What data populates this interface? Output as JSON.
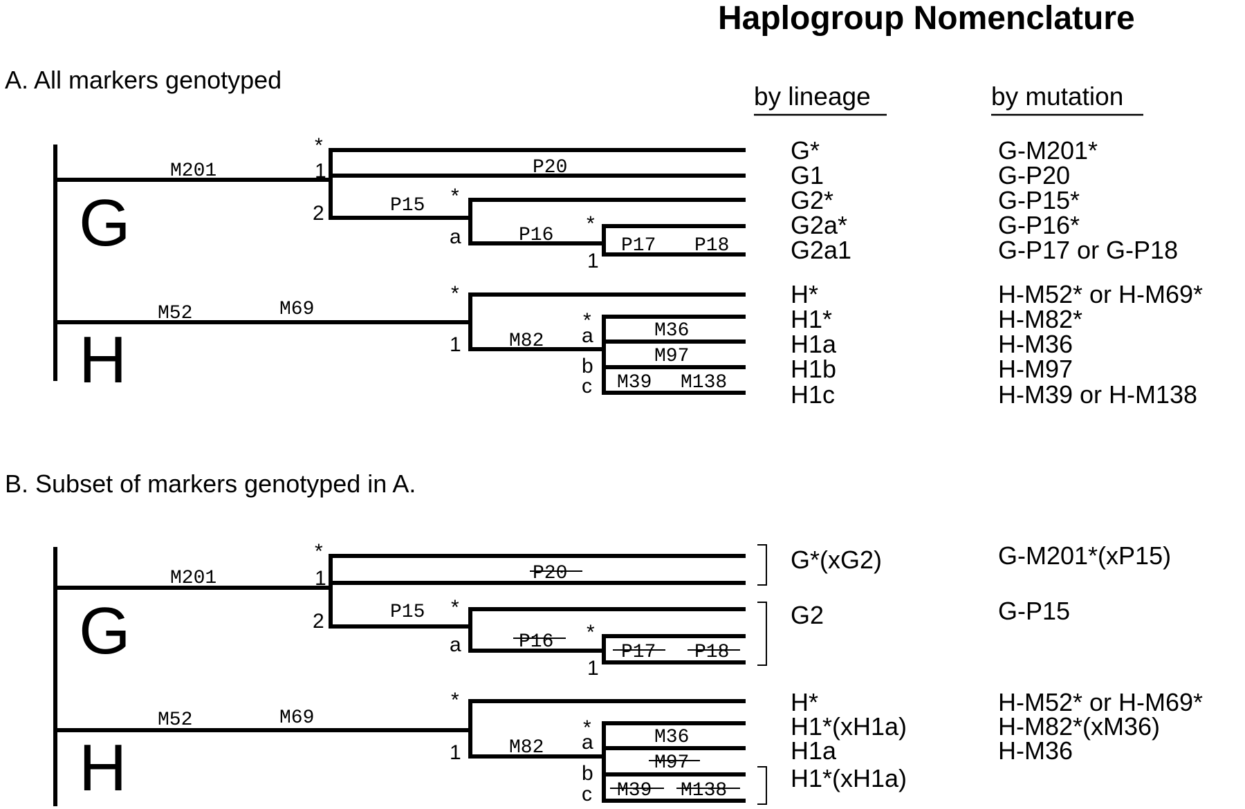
{
  "title": "Haplogroup  Nomenclature",
  "column_headers": {
    "lineage": "by lineage",
    "mutation": "by mutation"
  },
  "panel_a": {
    "heading": "A. All markers genotyped",
    "clade_labels": [
      "G",
      "H"
    ],
    "node_labels": {
      "g_star": "*",
      "g_1": "1",
      "g_2": "2",
      "g2_star": "*",
      "g2_a": "a",
      "g2a_star": "*",
      "g2a_1": "1",
      "h_star": "*",
      "h_1": "1",
      "h1_star": "*",
      "h1_a": "a",
      "h1_b": "b",
      "h1_c": "c"
    },
    "markers": {
      "m201": "M201",
      "p20": "P20",
      "p15": "P15",
      "p16": "P16",
      "p17": "P17",
      "p18": "P18",
      "m52": "M52",
      "m69": "M69",
      "m82": "M82",
      "m36": "M36",
      "m97": "M97",
      "m39": "M39",
      "m138": "M138"
    },
    "rows": [
      {
        "lineage": "G*",
        "mutation": "G-M201*"
      },
      {
        "lineage": "G1",
        "mutation": "G-P20"
      },
      {
        "lineage": "G2*",
        "mutation": "G-P15*"
      },
      {
        "lineage": "G2a*",
        "mutation": "G-P16*"
      },
      {
        "lineage": "G2a1",
        "mutation": "G-P17 or G-P18"
      },
      {
        "lineage": "H*",
        "mutation": "H-M52* or H-M69*"
      },
      {
        "lineage": "H1*",
        "mutation": "H-M82*"
      },
      {
        "lineage": "H1a",
        "mutation": "H-M36"
      },
      {
        "lineage": "H1b",
        "mutation": "H-M97"
      },
      {
        "lineage": "H1c",
        "mutation": "H-M39 or H-M138"
      }
    ]
  },
  "panel_b": {
    "heading": "B. Subset of markers genotyped in A.",
    "clade_labels": [
      "G",
      "H"
    ],
    "node_labels": {
      "g_star": "*",
      "g_1": "1",
      "g_2": "2",
      "g2_star": "*",
      "g2_a": "a",
      "g2a_star": "*",
      "g2a_1": "1",
      "h_star": "*",
      "h_1": "1",
      "h1_star": "*",
      "h1_a": "a",
      "h1_b": "b",
      "h1_c": "c"
    },
    "markers": {
      "m201": "M201",
      "p20": "P20",
      "p15": "P15",
      "p16": "P16",
      "p17": "P17",
      "p18": "P18",
      "m52": "M52",
      "m69": "M69",
      "m82": "M82",
      "m36": "M36",
      "m97": "M97",
      "m39": "M39",
      "m138": "M138"
    },
    "rows": [
      {
        "lineage": "G*(xG2)",
        "mutation": "G-M201*(xP15)"
      },
      {
        "lineage": "G2",
        "mutation": "G-P15"
      },
      {
        "lineage": "H*",
        "mutation": "H-M52* or H-M69*"
      },
      {
        "lineage": "H1*(xH1a)",
        "mutation": "H-M82*(xM36)"
      },
      {
        "lineage": "H1a",
        "mutation": "H-M36"
      },
      {
        "lineage": "H1*(xH1a)",
        "mutation": ""
      }
    ]
  }
}
